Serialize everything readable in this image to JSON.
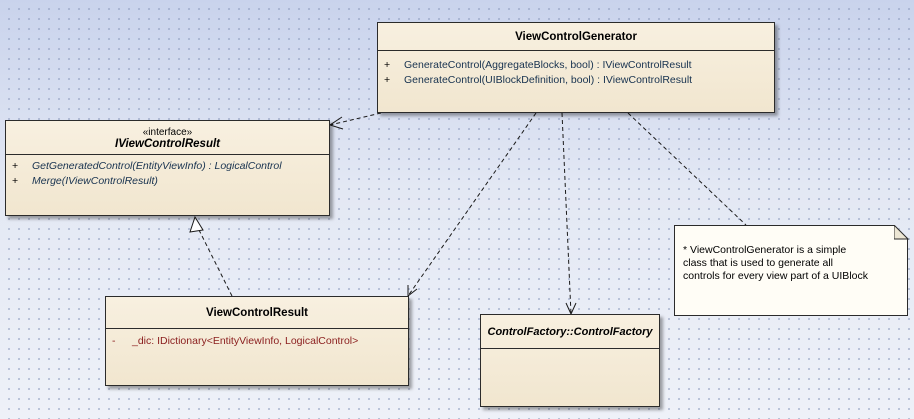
{
  "classes": {
    "generator": {
      "name": "ViewControlGenerator",
      "operations": [
        {
          "visibility": "+",
          "signature": "GenerateControl(AggregateBlocks, bool) : IViewControlResult"
        },
        {
          "visibility": "+",
          "signature": "GenerateControl(UIBlockDefinition, bool) : IViewControlResult"
        }
      ]
    },
    "iresult": {
      "stereotype": "«interface»",
      "name": "IViewControlResult",
      "operations": [
        {
          "visibility": "+",
          "signature": "GetGeneratedControl(EntityViewInfo) : LogicalControl"
        },
        {
          "visibility": "+",
          "signature": "Merge(IViewControlResult)"
        }
      ]
    },
    "result": {
      "name": "ViewControlResult",
      "attributes": [
        {
          "visibility": "-",
          "signature": "_dic:  IDictionary<EntityViewInfo, LogicalControl>"
        }
      ]
    },
    "factory": {
      "name": "ControlFactory::ControlFactory"
    }
  },
  "note": {
    "lines": [
      "* ViewControlGenerator is a simple",
      "class that is used to generate all",
      "controls for every view part of a UIBlock"
    ]
  }
}
